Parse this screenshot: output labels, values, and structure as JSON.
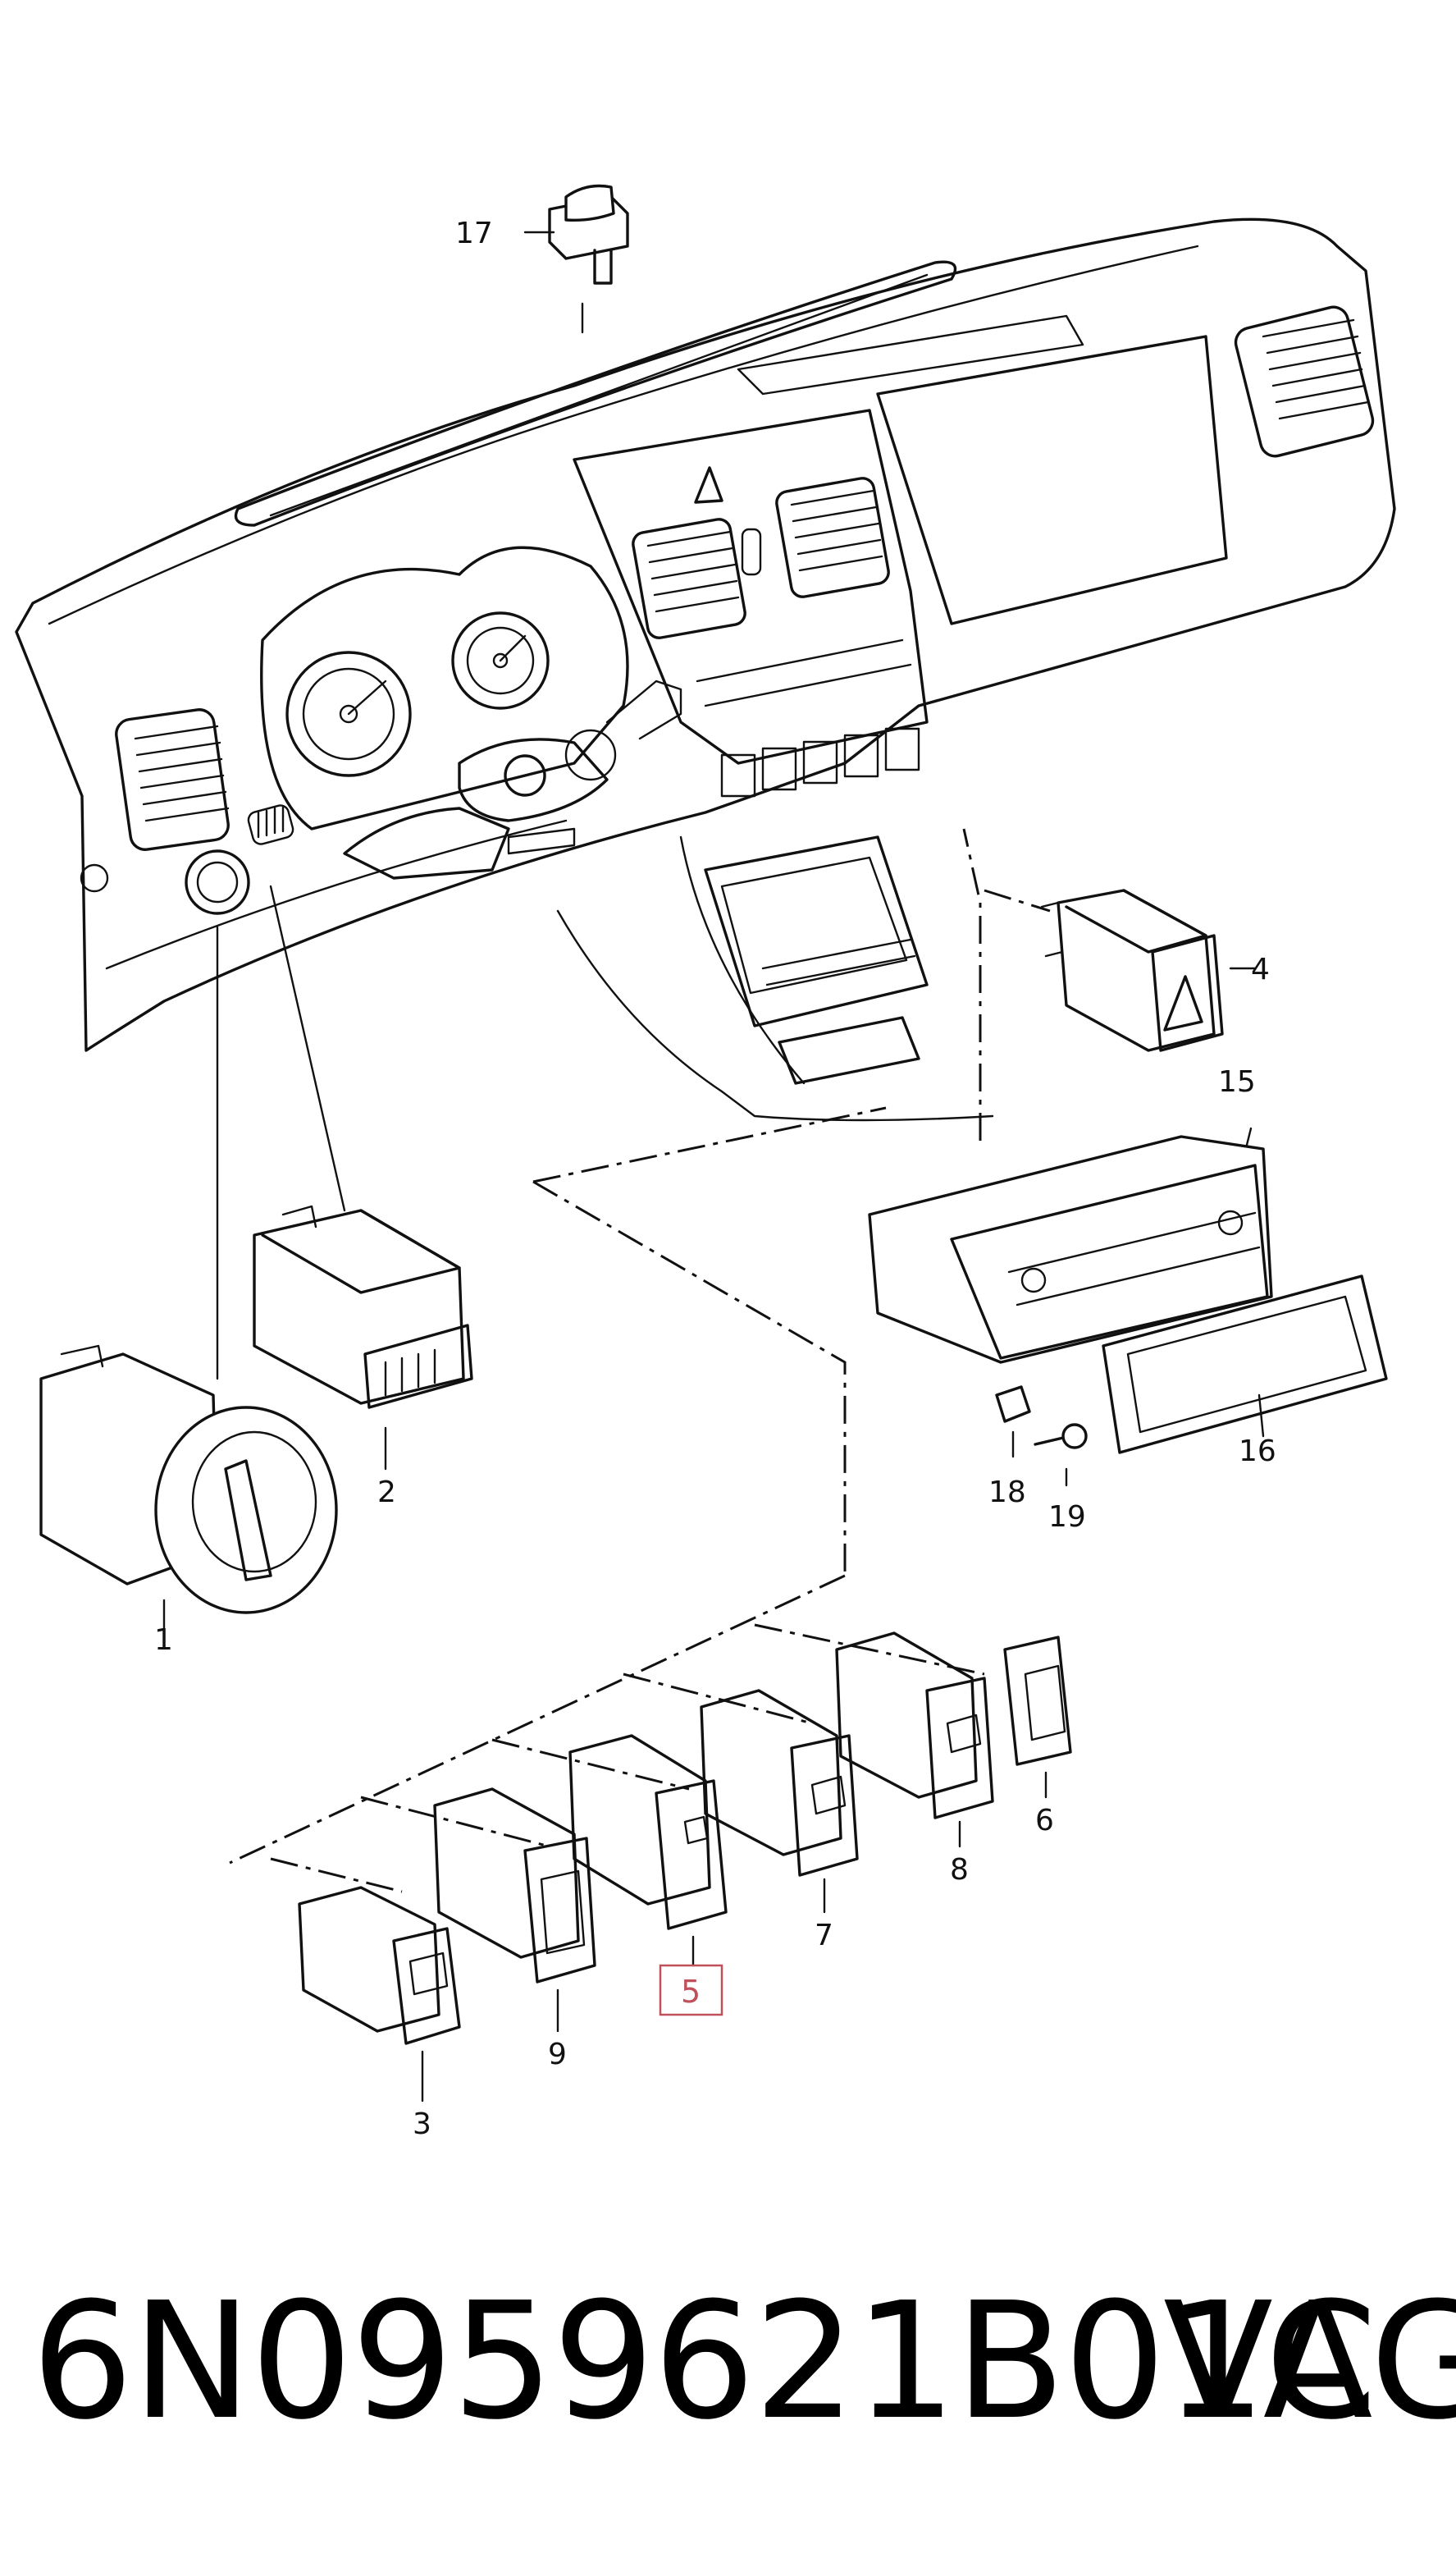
{
  "callouts": {
    "c1": "1",
    "c2": "2",
    "c3": "3",
    "c4": "4",
    "c5": "5",
    "c6": "6",
    "c7": "7",
    "c8": "8",
    "c9": "9",
    "c15": "15",
    "c16": "16",
    "c17": "17",
    "c18": "18",
    "c19": "19"
  },
  "highlighted_callout": "5",
  "highlight_color": "#c0505a",
  "footer": {
    "part_number": "6N0959621B01C",
    "brand": "VAG"
  }
}
